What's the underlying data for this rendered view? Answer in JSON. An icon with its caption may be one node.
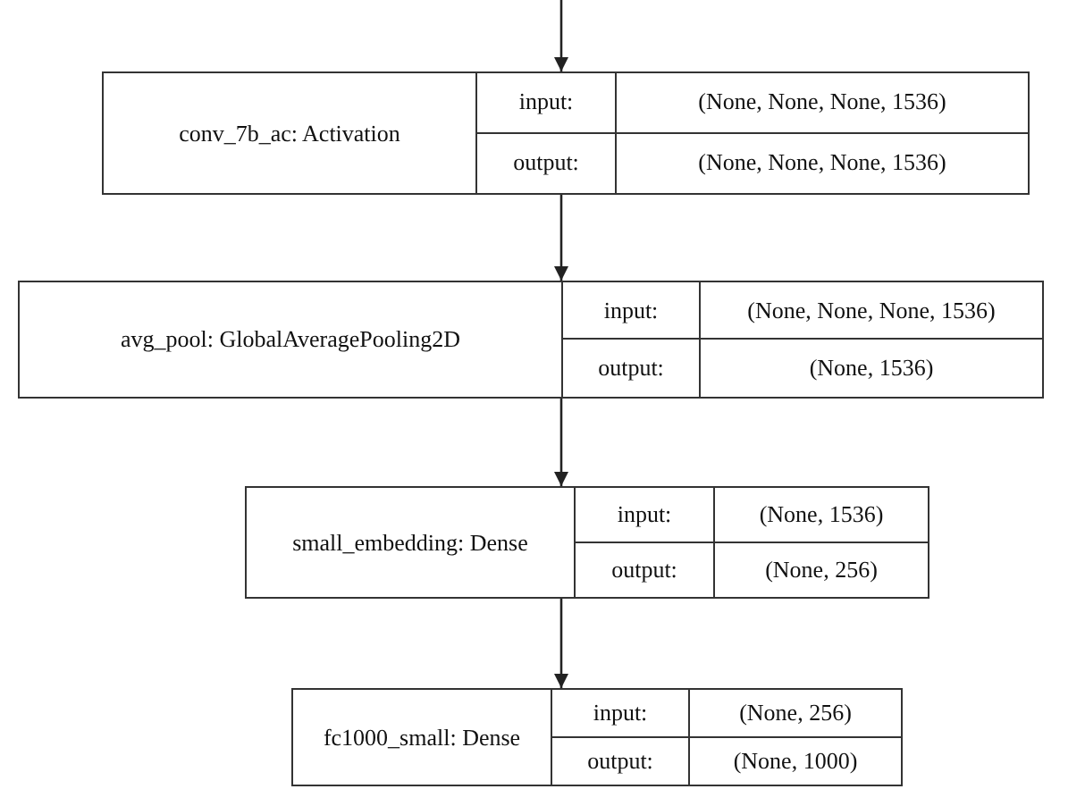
{
  "diagram": {
    "nodes": [
      {
        "text": [
          "conv_7b_ac: Activation",
          "input:",
          "(None, None, None, 1536)",
          "output:",
          "(None, None, None, 1536)"
        ]
      },
      {
        "text": [
          "avg_pool: GlobalAveragePooling2D",
          "input:",
          "(None, None, None, 1536)",
          "output:",
          "(None, 1536)"
        ]
      },
      {
        "text": [
          "small_embedding: Dense",
          "input:",
          "(None, 1536)",
          "output:",
          "(None, 256)"
        ]
      },
      {
        "text": [
          "fc1000_small: Dense",
          "input:",
          "(None, 256)",
          "output:",
          "(None, 1000)"
        ]
      }
    ],
    "edges": [
      {
        "from": null,
        "to": 0,
        "arrow": "to"
      },
      {
        "from": 0,
        "to": 1,
        "arrow": "to"
      },
      {
        "from": 1,
        "to": 2,
        "arrow": "to"
      },
      {
        "from": 2,
        "to": 3,
        "arrow": "to"
      }
    ]
  }
}
